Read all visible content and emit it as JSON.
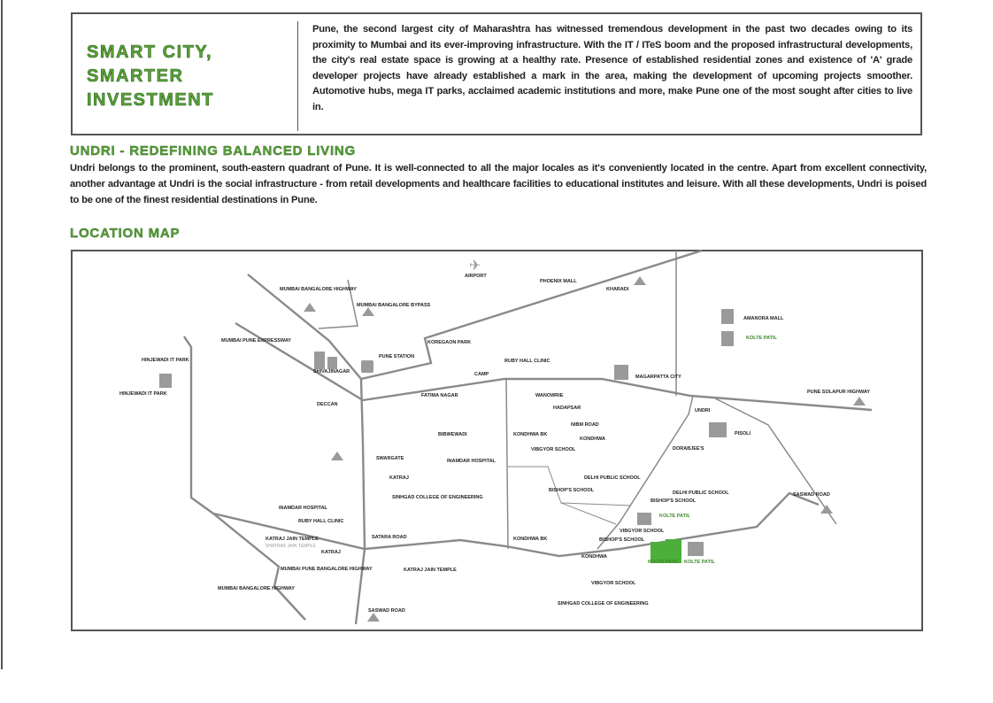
{
  "intro": {
    "slogan_lines": [
      "SMART CITY,",
      "SMARTER",
      "INVESTMENT"
    ],
    "text": "Pune, the second largest city of Maharashtra has witnessed tremendous development in the past two decades owing to its proximity to Mumbai and its ever-improving infrastructure. With the IT / ITeS boom and the proposed infrastructural developments, the city's real estate space is growing at a healthy rate. Presence of established residential zones and existence of 'A' grade developer projects have already established a mark in the area, making the development of upcoming projects smoother. Automotive hubs, mega IT parks, acclaimed academic institutions and more, make Pune one of the most sought after cities to live in."
  },
  "undri": {
    "heading": "UNDRI - REDEFINING  BALANCED LIVING",
    "text": "Undri belongs to the prominent, south-eastern quadrant of Pune. It is well-connected to all the major locales as it's conveniently located in the centre. Apart from excellent connectivity, another advantage at Undri is the social infrastructure - from retail developments and healthcare facilities to educational institutes and leisure. With all these developments, Undri is poised to be one of the finest residential destinations in Pune."
  },
  "location_map": {
    "heading": "LOCATION MAP",
    "labels": {
      "airport": "AIRPORT",
      "phoenix": "PHOENIX MALL",
      "kharadi": "KHARADI",
      "amanora": "AMANORA MALL",
      "project_1": "KOLTE PATIL",
      "magarpatta": "MAGARPATTA CITY",
      "solapur": "PUNE SOLAPUR HIGHWAY",
      "mumbai_hw": "MUMBAI BANGALORE HIGHWAY",
      "shivajinagar": "SHIVAJINAGAR",
      "station": "PUNE STATION",
      "camp": "CAMP",
      "deccan": "DECCAN",
      "koregaon": "KOREGAON PARK",
      "swargate": "SWARGATE",
      "expressway": "MUMBAI PUNE EXPRESSWAY",
      "hinjewadi": "HINJEWADI IT PARK",
      "mumbai_hw2": "MUMBAI BANGALORE BYPASS",
      "wanowrie": "WANOWRIE",
      "hadapsar": "HADAPSAR",
      "ruby": "RUBY HALL CLINIC",
      "fatima": "FATIMA NAGAR",
      "nibm": "NIBM ROAD",
      "katraj": "KATRAJ",
      "kondhwa": "KONDHWA",
      "undri": "UNDRI",
      "project_2": "KOLTE PATIL",
      "project_3": "KOLTE PATIL",
      "project_4": "KOLTE PATIL",
      "saswad": "SASWAD ROAD",
      "katraj_temple": "KATRAJ JAIN TEMPLE",
      "temple_sub": "SHATRAS JAIN TEMPLE",
      "satara": "SATARA ROAD",
      "bangalore": "MUMBAI PUNE BANGALORE HIGHWAY",
      "school_1": "DELHI PUBLIC SCHOOL",
      "school_2": "BISHOP'S SCHOOL",
      "school_3": "VIBGYOR SCHOOL",
      "college": "SINHGAD COLLEGE OF ENGINEERING",
      "hospital": "INAMDAR HOSPITAL",
      "dorabjee": "DORABJEE'S",
      "bibwewadi": "BIBWEWADI",
      "kondhwa_bk": "KONDHWA BK",
      "pisoli": "PISOLI"
    }
  }
}
